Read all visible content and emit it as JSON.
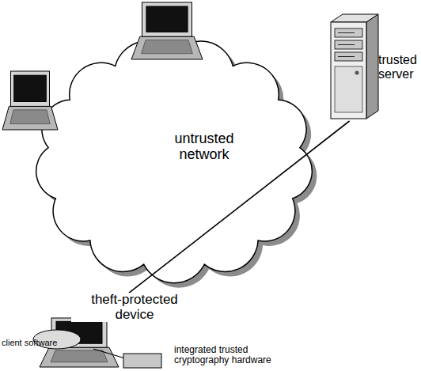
{
  "diagram": {
    "nodes": [
      {
        "text": [
          "untrusted network"
        ]
      },
      {
        "text": [
          "trusted server"
        ]
      },
      {
        "text": [
          "theft-protected device"
        ]
      }
    ],
    "edges": [
      {
        "from": 1,
        "to": 2,
        "arrow": "none"
      }
    ],
    "labels": [
      "client software",
      "integrated trusted cryptography hardware"
    ]
  }
}
